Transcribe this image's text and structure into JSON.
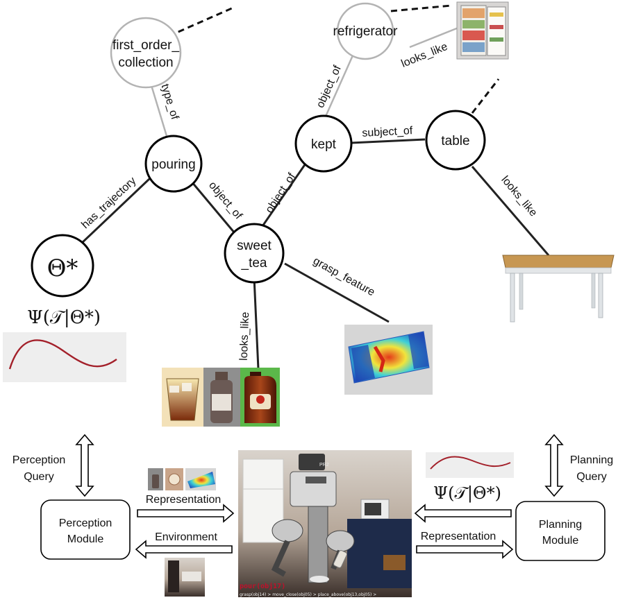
{
  "nodes": {
    "first_order_collection": [
      "first_order_",
      "collection"
    ],
    "refrigerator": "refrigerator",
    "pouring": "pouring",
    "kept": "kept",
    "table": "table",
    "sweet_tea": [
      "sweet",
      "_tea"
    ],
    "theta_star": "Θ*"
  },
  "edges": {
    "type_of": "type_of",
    "object_of_fridge": "object_of",
    "looks_like_fridge": "looks_like",
    "subject_of": "subject_of",
    "object_of_pouring": "object_of",
    "object_of_kept": "object_of",
    "has_trajectory": "has_trajectory",
    "looks_like_table": "looks_like",
    "grasp_feature": "grasp_feature",
    "looks_like_tea": "looks_like"
  },
  "math": {
    "psi_left": "Ψ(𝒯|Θ*)",
    "psi_right": "Ψ(𝒯|Θ*)"
  },
  "bottom": {
    "perception_query": [
      "Perception",
      "Query"
    ],
    "planning_query": [
      "Planning",
      "Query"
    ],
    "perception_module": [
      "Perception",
      "Module"
    ],
    "planning_module": [
      "Planning",
      "Module"
    ],
    "representation_left": "Representation",
    "representation_right": "Representation",
    "environment": "Environment",
    "robot_label": "PR2",
    "overlay_command": "pour(obj17)",
    "overlay_sequence": "grasp(obj14) > move_close(obj05) > place_above(obj13,obj05) >"
  },
  "colors": {
    "trajectory_curve": "#a3202a",
    "curve_panel": "#eeeeee",
    "node_grey": "#b3b3b3"
  }
}
